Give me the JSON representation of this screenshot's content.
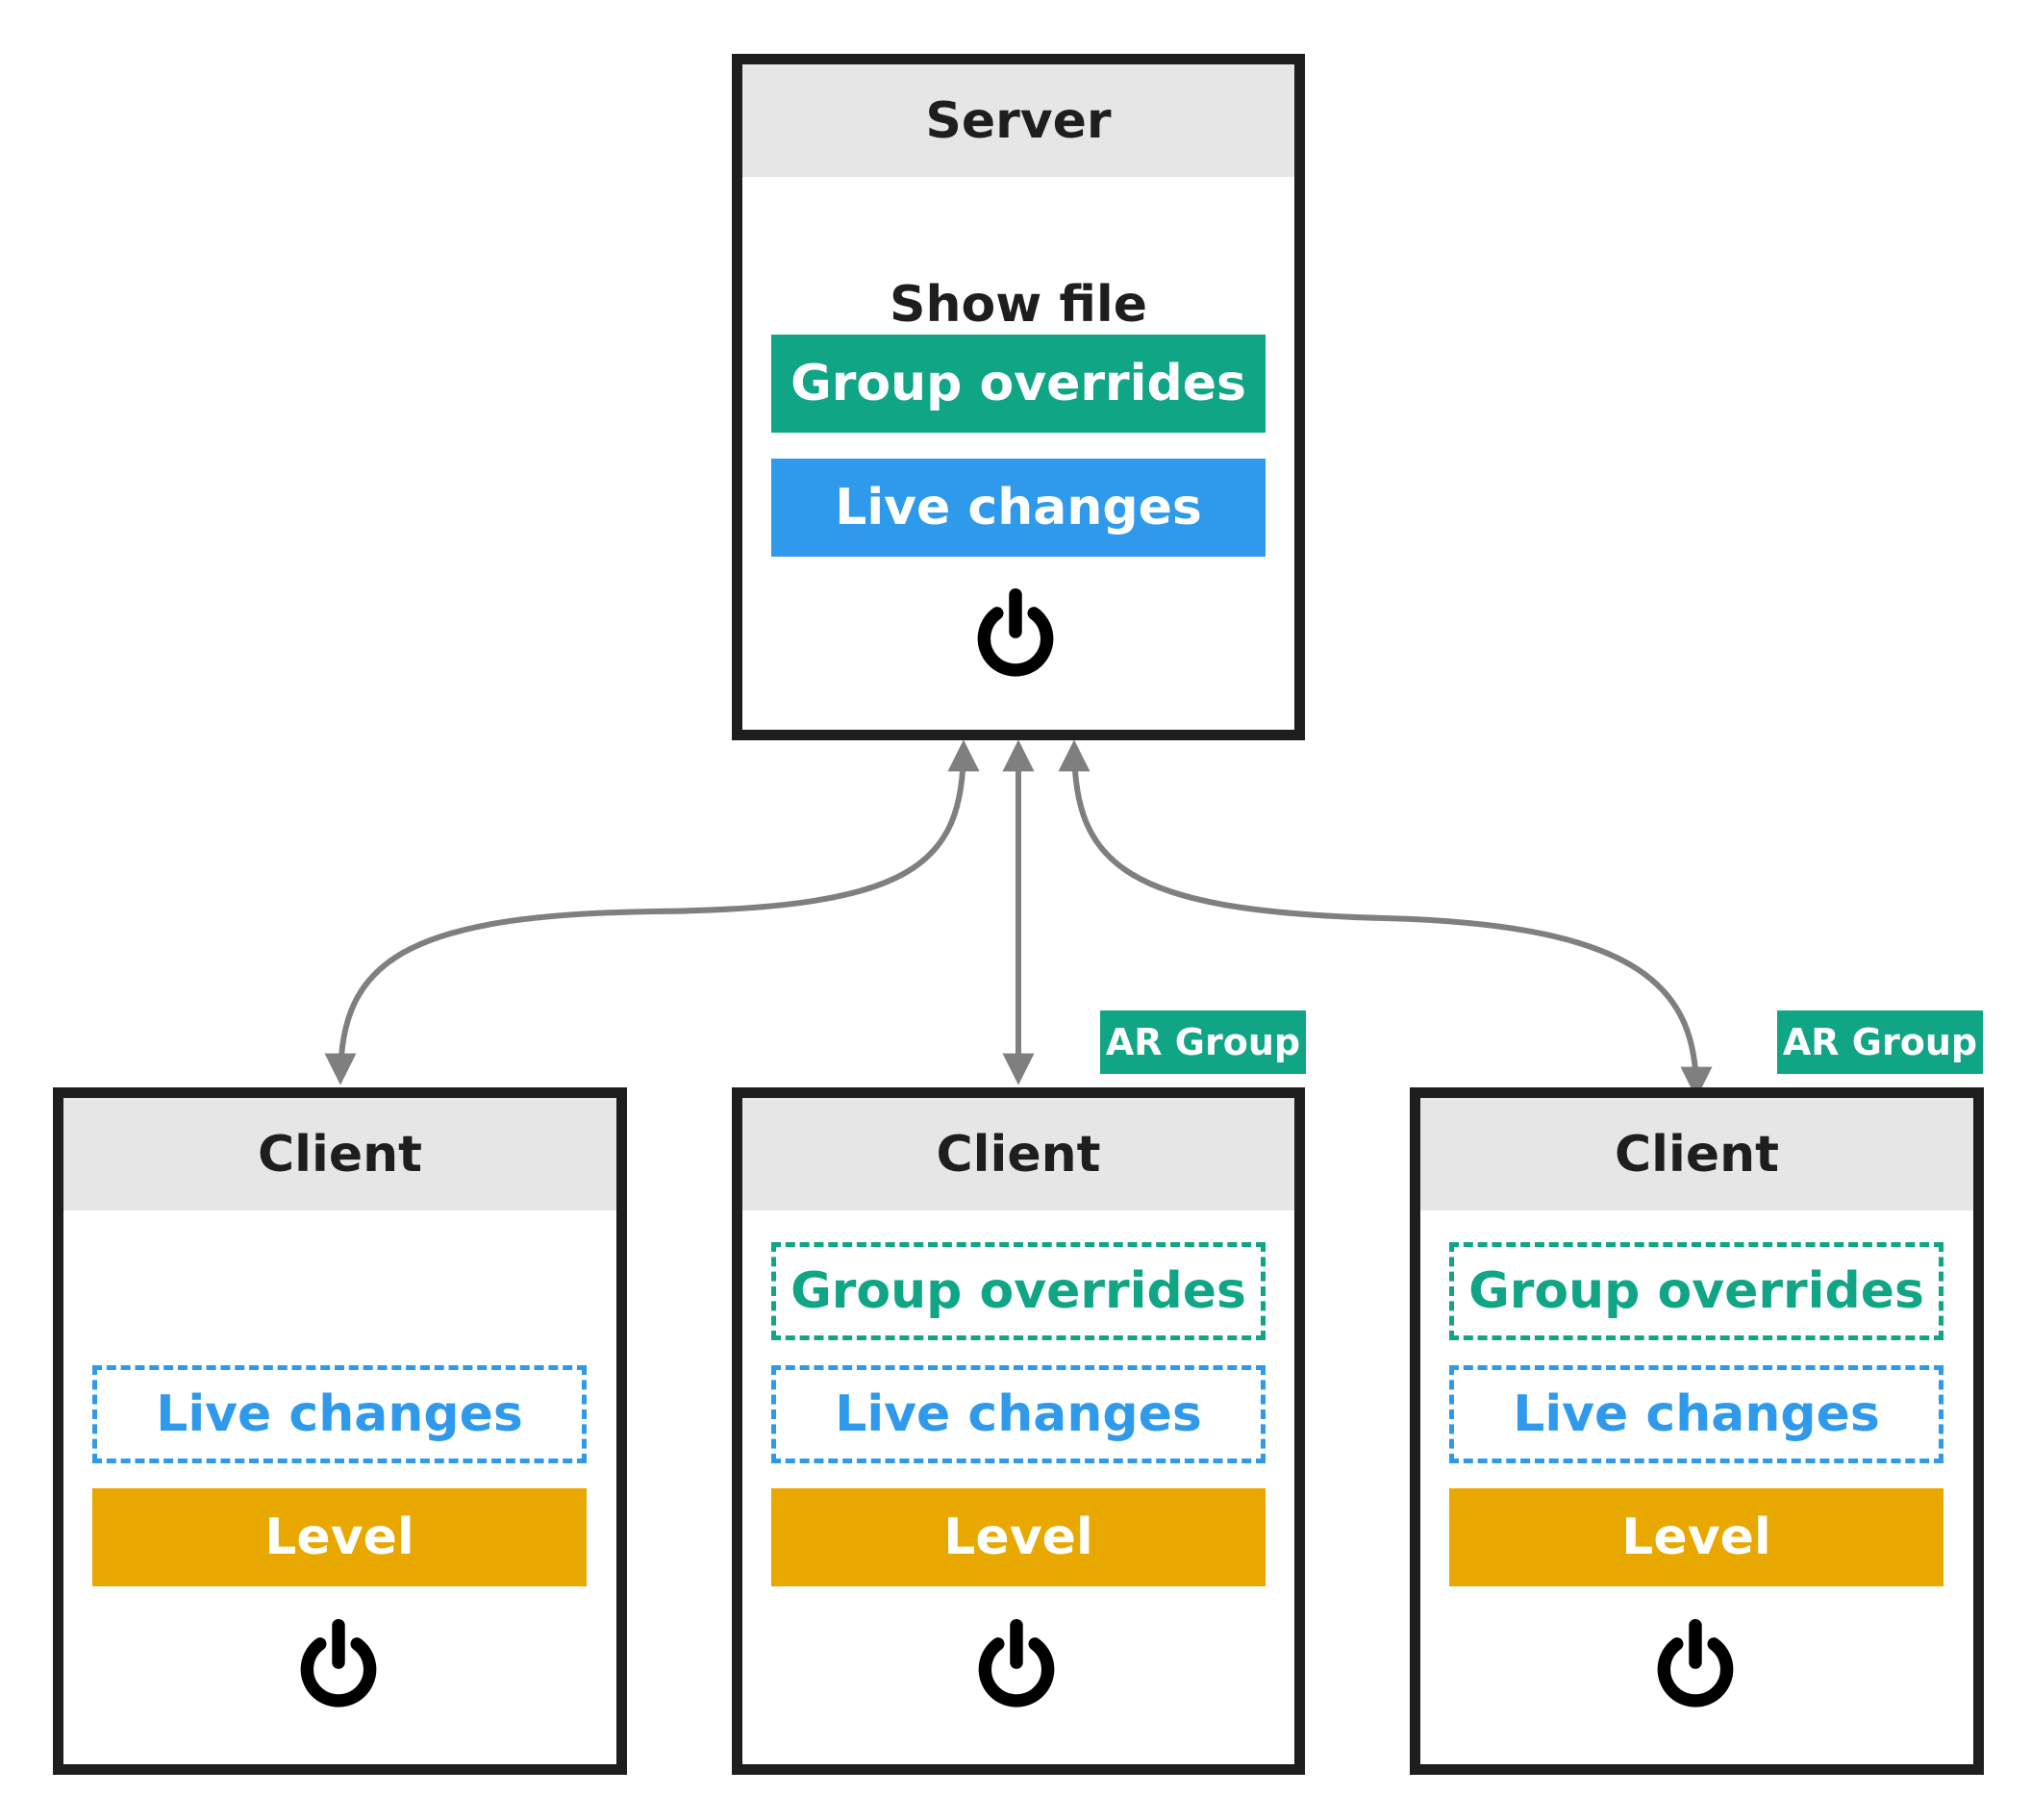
{
  "server": {
    "title": "Server",
    "subtitle": "Show file",
    "group_overrides": "Group overrides",
    "live_changes": "Live changes",
    "power_icon": "power-icon"
  },
  "clients": [
    {
      "title": "Client",
      "live_changes": "Live changes",
      "level": "Level",
      "power_icon": "power-icon"
    },
    {
      "title": "Client",
      "tag": "AR Group",
      "group_overrides": "Group overrides",
      "live_changes": "Live changes",
      "level": "Level",
      "power_icon": "power-icon"
    },
    {
      "title": "Client",
      "tag": "AR Group",
      "group_overrides": "Group overrides",
      "live_changes": "Live changes",
      "level": "Level",
      "power_icon": "power-icon"
    }
  ],
  "colors": {
    "group": "#10a584",
    "live": "#2f9aeb",
    "level": "#e9a800",
    "header": "#e6e6e6",
    "border": "#1e1e1e",
    "connector": "#7f7f7f"
  }
}
